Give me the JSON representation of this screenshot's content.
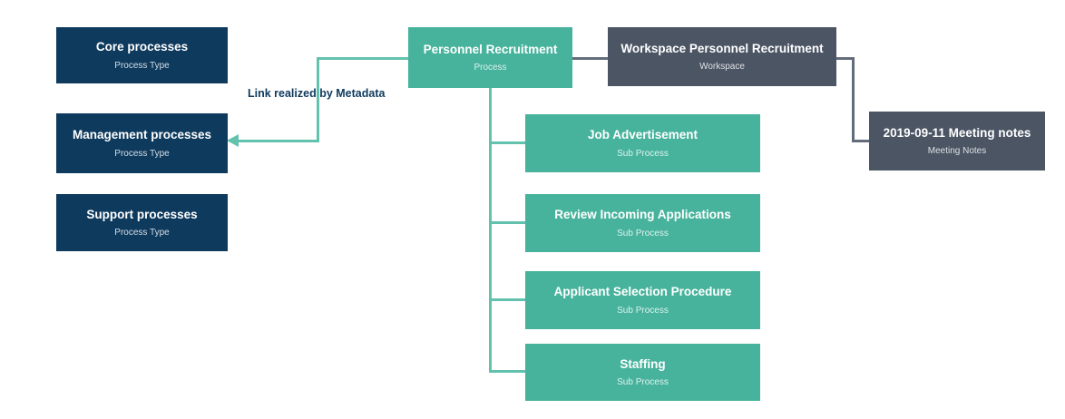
{
  "diagram": {
    "nodes": {
      "core": {
        "title": "Core processes",
        "type": "Process Type"
      },
      "management": {
        "title": "Management processes",
        "type": "Process Type"
      },
      "support": {
        "title": "Support processes",
        "type": "Process Type"
      },
      "personnel": {
        "title": "Personnel Recruitment",
        "type": "Process"
      },
      "workspace": {
        "title": "Workspace Personnel Recruitment",
        "type": "Workspace"
      },
      "meeting": {
        "title": "2019-09-11 Meeting notes",
        "type": "Meeting Notes"
      },
      "job": {
        "title": "Job Advertisement",
        "type": "Sub Process"
      },
      "review": {
        "title": "Review Incoming Applications",
        "type": "Sub Process"
      },
      "applicant": {
        "title": "Applicant Selection Procedure",
        "type": "Sub Process"
      },
      "staffing": {
        "title": "Staffing",
        "type": "Sub Process"
      }
    },
    "edge_label": "Link realized by Metadata",
    "colors": {
      "navy": "#0e3a5e",
      "teal": "#47b39c",
      "slate": "#4b5564",
      "teal_line": "#62c2ad",
      "gray_line": "#636c7a",
      "label": "#0e3a5e"
    }
  }
}
